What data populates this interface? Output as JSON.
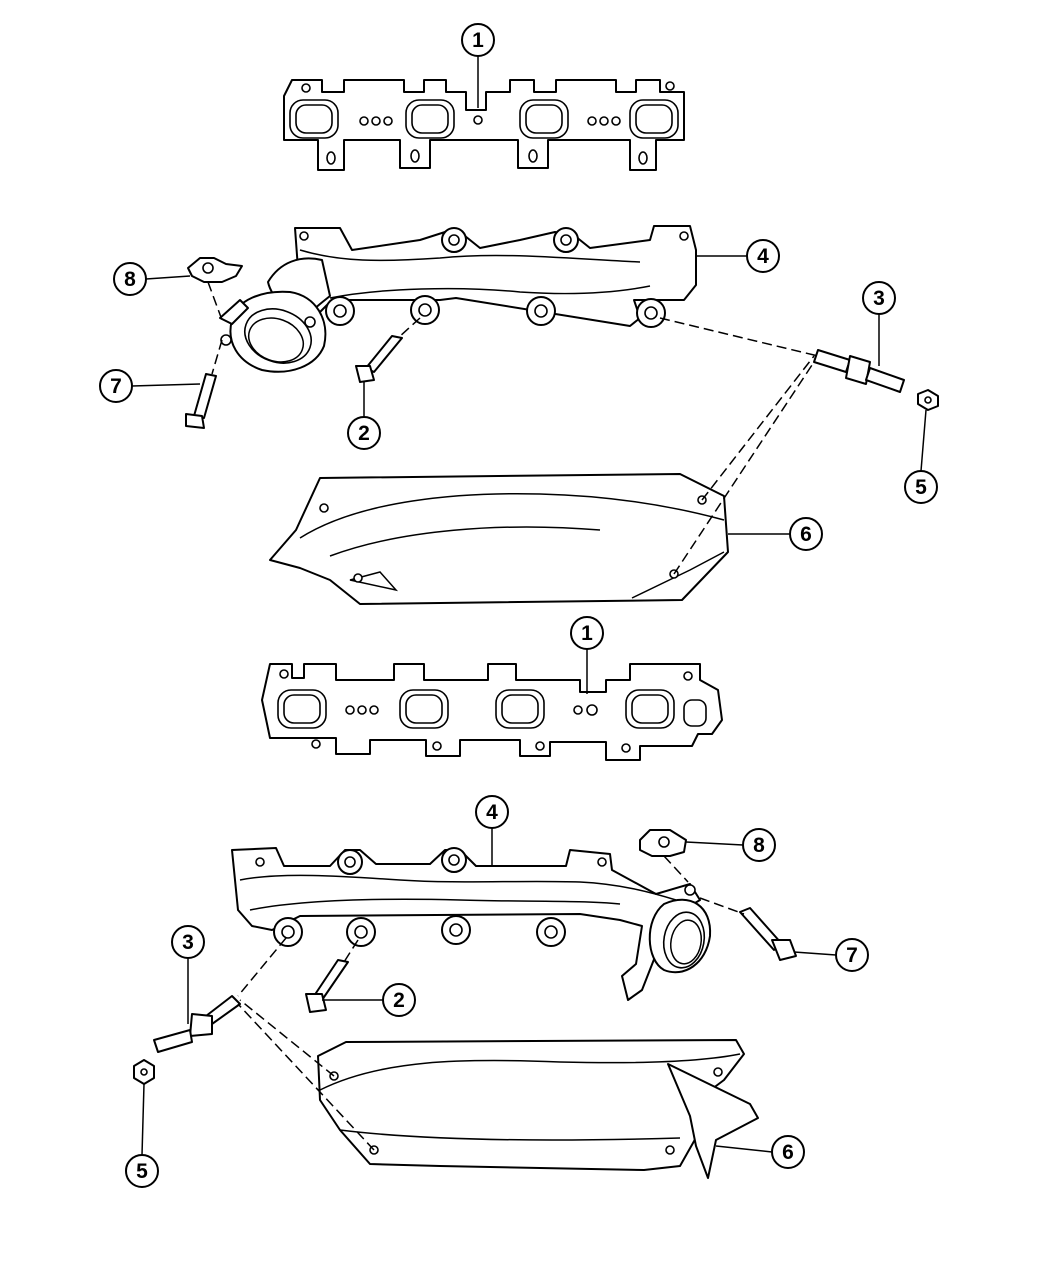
{
  "callouts": {
    "gasket_right": "1",
    "gasket_left": "1",
    "manifold_right": "4",
    "manifold_left": "4",
    "stud_right": "3",
    "stud_left": "3",
    "bolt_right": "2",
    "bolt_left": "2",
    "nut_right": "5",
    "nut_left": "5",
    "heat_shield_right": "6",
    "heat_shield_left": "6",
    "flange_bolt_right": "7",
    "flange_bolt_left": "7",
    "flange_nut_right": "8",
    "flange_nut_left": "8"
  },
  "shield_stamp": "",
  "colors": {
    "line": "#000000",
    "background": "#ffffff"
  }
}
